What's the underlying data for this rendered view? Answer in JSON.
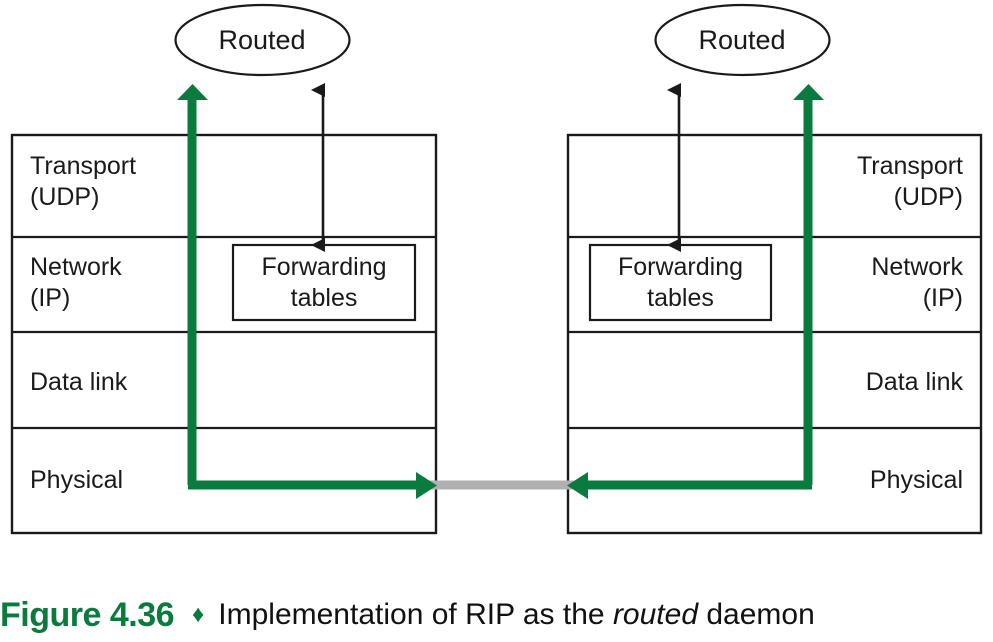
{
  "figure": {
    "number_label": "Figure 4.36",
    "diamond": "♦",
    "caption_before": "Implementation of RIP as the ",
    "caption_italic": "routed",
    "caption_after": " daemon",
    "accent_color": "#0b7a3e",
    "line_color": "#1a1a1a",
    "cable_color": "#b0b0b0"
  },
  "hosts": {
    "left": {
      "daemon_label": "Routed",
      "layers": [
        {
          "line1": "Transport",
          "line2": "(UDP)"
        },
        {
          "line1": "Network",
          "line2": "(IP)"
        },
        {
          "line1": "Data link",
          "line2": ""
        },
        {
          "line1": "Physical",
          "line2": ""
        }
      ],
      "forwarding_tables": {
        "line1": "Forwarding",
        "line2": "tables"
      }
    },
    "right": {
      "daemon_label": "Routed",
      "layers": [
        {
          "line1": "Transport",
          "line2": "(UDP)"
        },
        {
          "line1": "Network",
          "line2": "(IP)"
        },
        {
          "line1": "Data link",
          "line2": ""
        },
        {
          "line1": "Physical",
          "line2": ""
        }
      ],
      "forwarding_tables": {
        "line1": "Forwarding",
        "line2": "tables"
      }
    }
  }
}
